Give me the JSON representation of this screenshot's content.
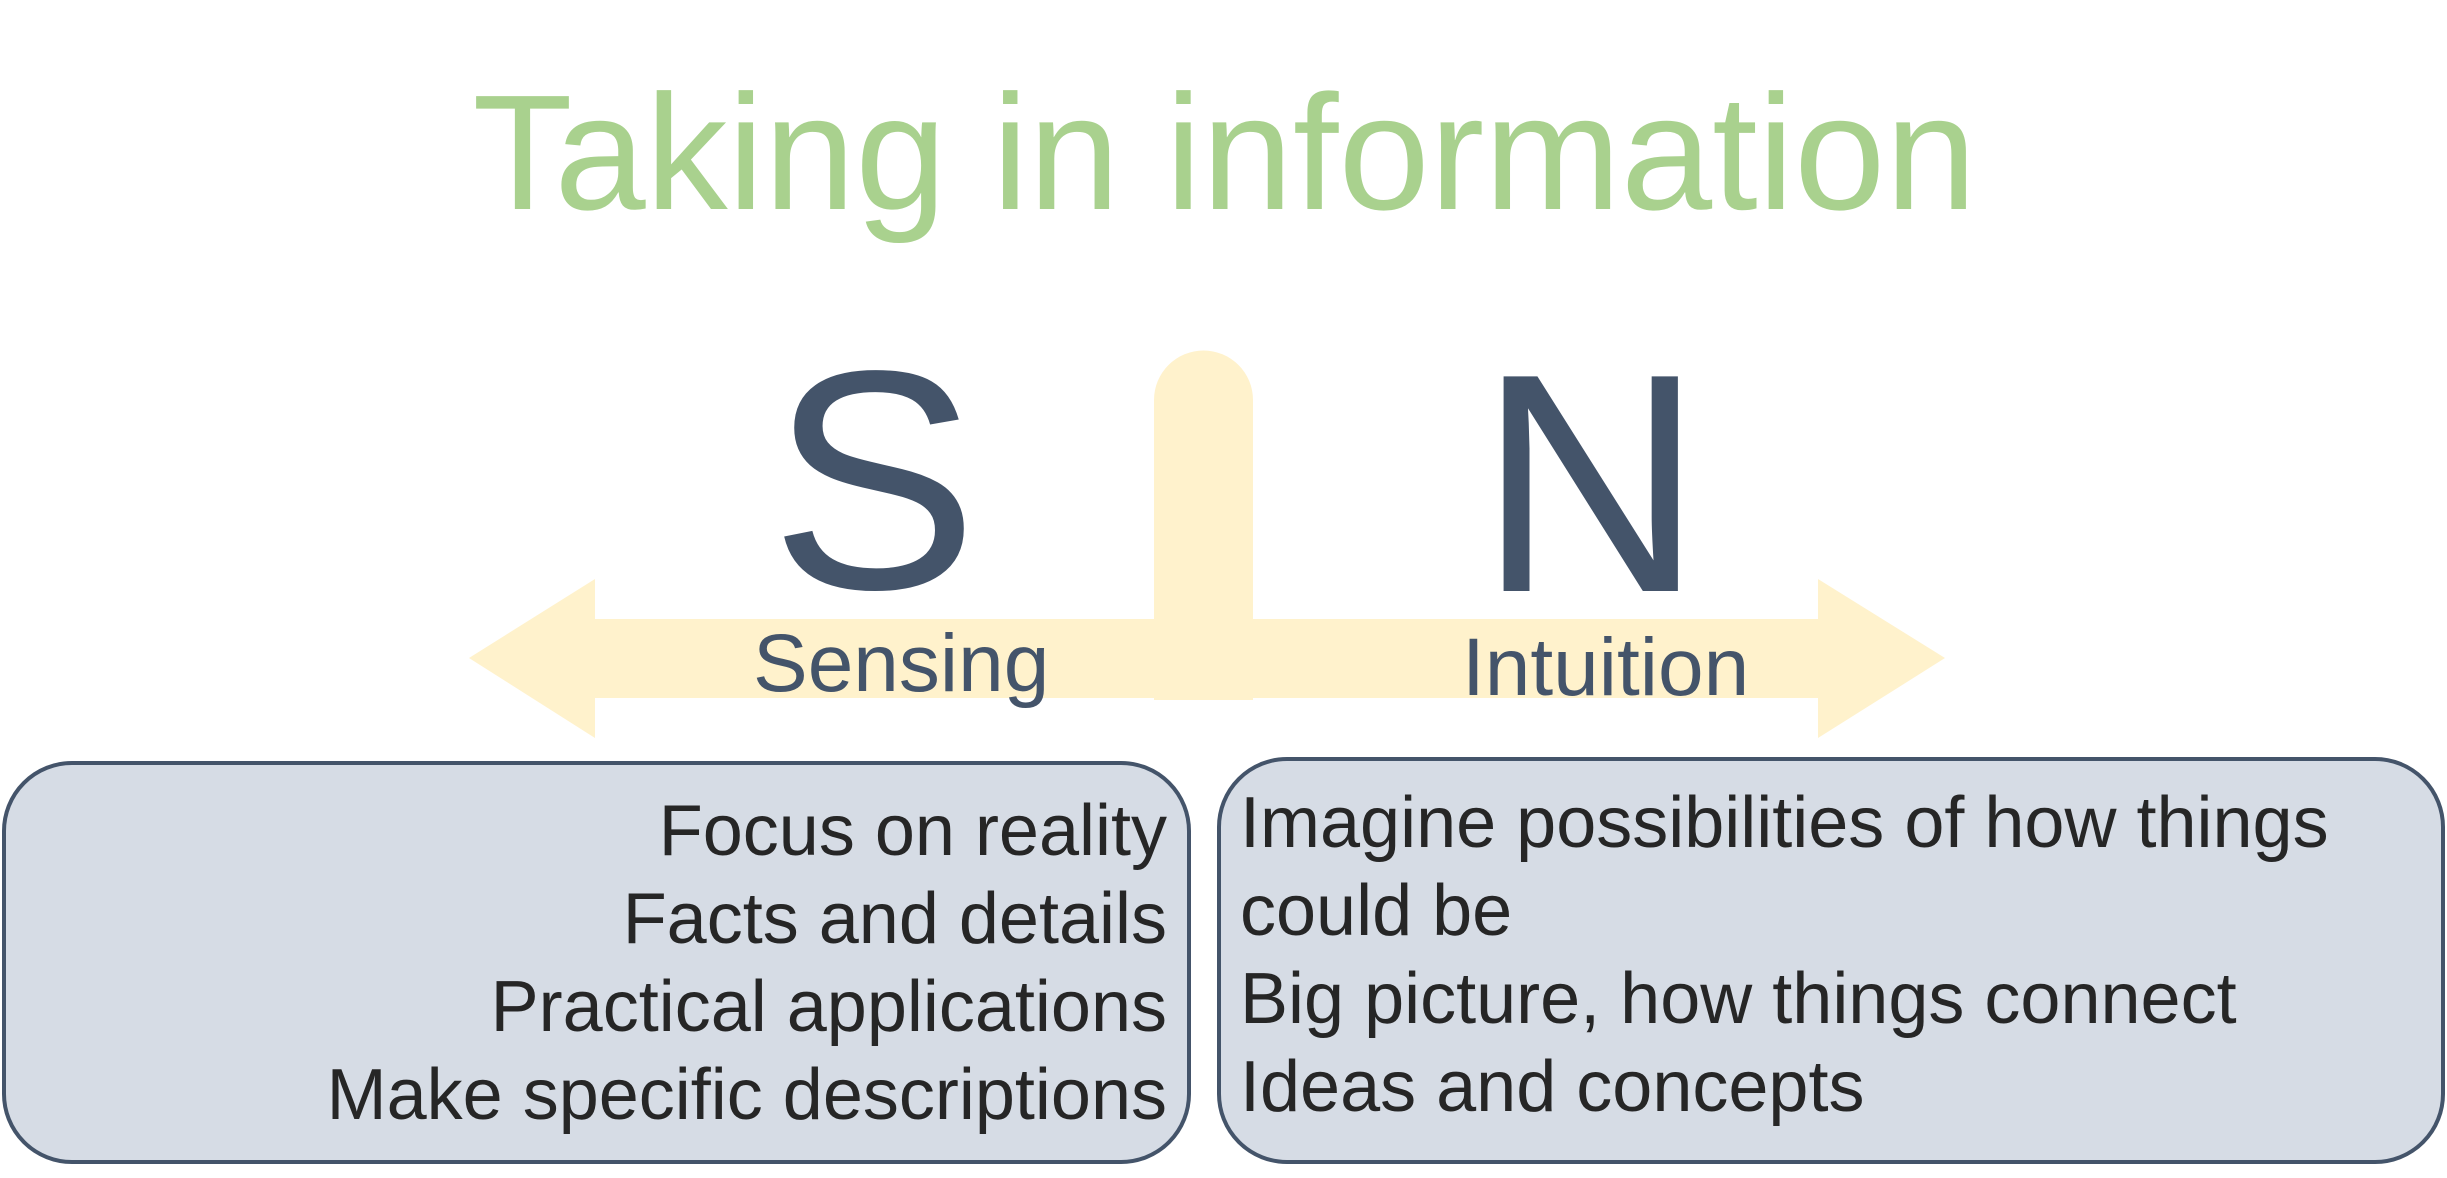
{
  "title": "Taking in information",
  "colors": {
    "title": "#A9D18E",
    "letters": "#44546A",
    "arrow": "#FFF2CC",
    "box_fill": "#D6DCE5",
    "box_border": "#44546A",
    "box_text": "#262626"
  },
  "diagram": {
    "left_pole": {
      "letter": "S",
      "label": "Sensing",
      "traits": [
        "Focus on reality",
        "Facts and details",
        "Practical applications",
        "Make specific descriptions"
      ]
    },
    "right_pole": {
      "letter": "N",
      "label": "Intuition",
      "traits": [
        "Imagine possibilities of how things could be",
        "Big picture, how things connect",
        "Ideas and concepts"
      ]
    },
    "arrow": {
      "type": "double-headed",
      "has_center_divider": true
    }
  }
}
